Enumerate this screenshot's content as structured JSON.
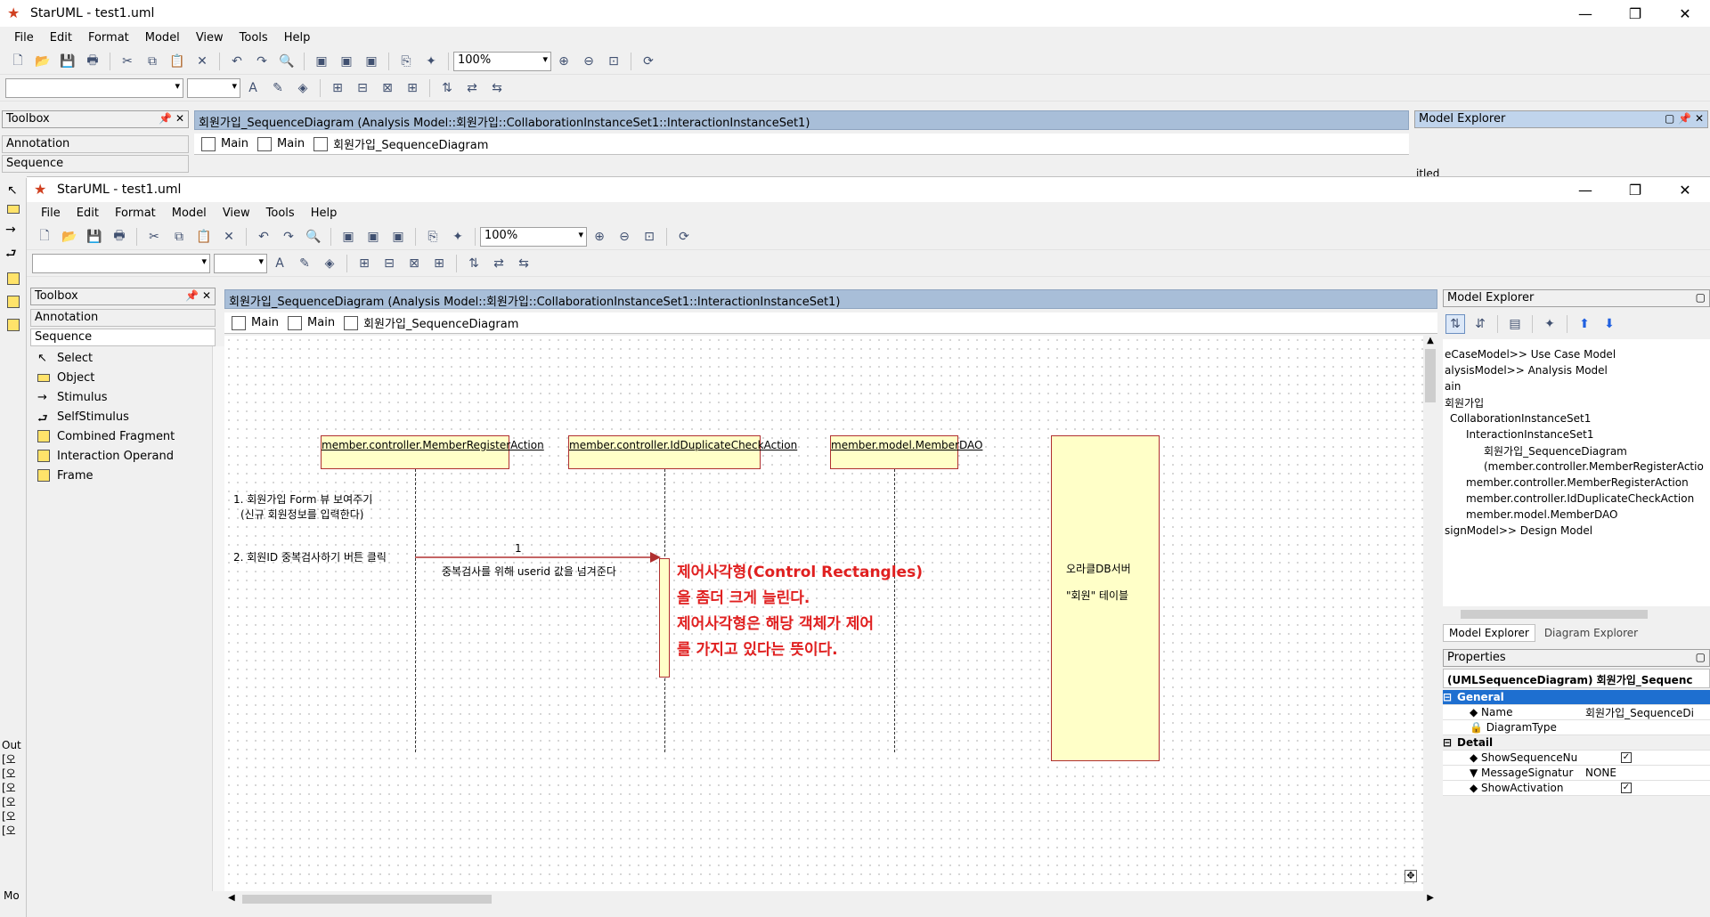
{
  "outer": {
    "title": "StarUML - test1.uml",
    "menu": [
      "File",
      "Edit",
      "Format",
      "Model",
      "View",
      "Tools",
      "Help"
    ],
    "zoom": "100%",
    "toolbox_title": "Toolbox",
    "toolbox_cats": [
      "Annotation",
      "Sequence"
    ],
    "doc_title": "회원가입_SequenceDiagram (Analysis Model::회원가입::CollaborationInstanceSet1::InteractionInstanceSet1)",
    "tabs": [
      "Main",
      "Main",
      "회원가입_SequenceDiagram"
    ],
    "explorer_title": "Model Explorer",
    "explorer_partial": "itled"
  },
  "inner": {
    "title": "StarUML - test1.uml",
    "menu": [
      "File",
      "Edit",
      "Format",
      "Model",
      "View",
      "Tools",
      "Help"
    ],
    "zoom": "100%",
    "toolbox_title": "Toolbox",
    "toolbox_cats": [
      "Annotation",
      "Sequence"
    ],
    "tools": [
      "Select",
      "Object",
      "Stimulus",
      "SelfStimulus",
      "Combined Fragment",
      "Interaction Operand",
      "Frame"
    ],
    "output_label": "Out",
    "output_lines": [
      "[오",
      "[오",
      "[오",
      "[오",
      "[오",
      "[오"
    ],
    "model_label": "Mo",
    "doc_title": "회원가입_SequenceDiagram (Analysis Model::회원가입::CollaborationInstanceSet1::InteractionInstanceSet1)",
    "tabs": [
      "Main",
      "Main",
      "회원가입_SequenceDiagram"
    ],
    "diagram": {
      "objects": [
        "member.controller.MemberRegisterAction",
        "member.controller.IdDuplicateCheckAction",
        "member.model.MemberDAO"
      ],
      "db_line1": "오라클DB서버",
      "db_line2": "\"회원\" 테이블",
      "step1_line1": "1. 회원가입 Form 뷰 보여주기",
      "step1_line2": "(신규 회원정보를 입력한다)",
      "step2": "2. 회원ID 중복검사하기 버튼 클릭",
      "msg_num": "1",
      "msg_label": "중복검사를 위해 userid 값을 넘겨준다",
      "note_lines": [
        "제어사각형(Control Rectangles)",
        "을 좀더 크게 늘린다.",
        "제어사각형은 해당 객체가 제어",
        "를 가지고 있다는 뜻이다."
      ]
    },
    "explorer": {
      "title": "Model Explorer",
      "items": [
        "eCaseModel>> Use Case Model",
        "alysisModel>> Analysis Model",
        "ain",
        "회원가입",
        "CollaborationInstanceSet1",
        "InteractionInstanceSet1",
        "회원가입_SequenceDiagram",
        "(member.controller.MemberRegisterActio",
        "member.controller.MemberRegisterAction",
        "member.controller.IdDuplicateCheckAction",
        "member.model.MemberDAO",
        "signModel>> Design Model"
      ],
      "tab_model": "Model Explorer",
      "tab_diagram": "Diagram Explorer"
    },
    "properties": {
      "title": "Properties",
      "object": "(UMLSequenceDiagram) 회원가입_Sequenc",
      "general": "General",
      "name_label": "Name",
      "name_value": "회원가입_SequenceDi",
      "diagramtype_label": "DiagramType",
      "detail": "Detail",
      "showseq_label": "ShowSequenceNu",
      "msgsig_label": "MessageSignatur",
      "msgsig_value": "NONE",
      "showact_label": "ShowActivation"
    }
  },
  "colors": {
    "accent": "#1e6fd0",
    "doc_header": "#a8bed8",
    "object_fill": "#ffffc8",
    "note_red": "#e02020"
  }
}
